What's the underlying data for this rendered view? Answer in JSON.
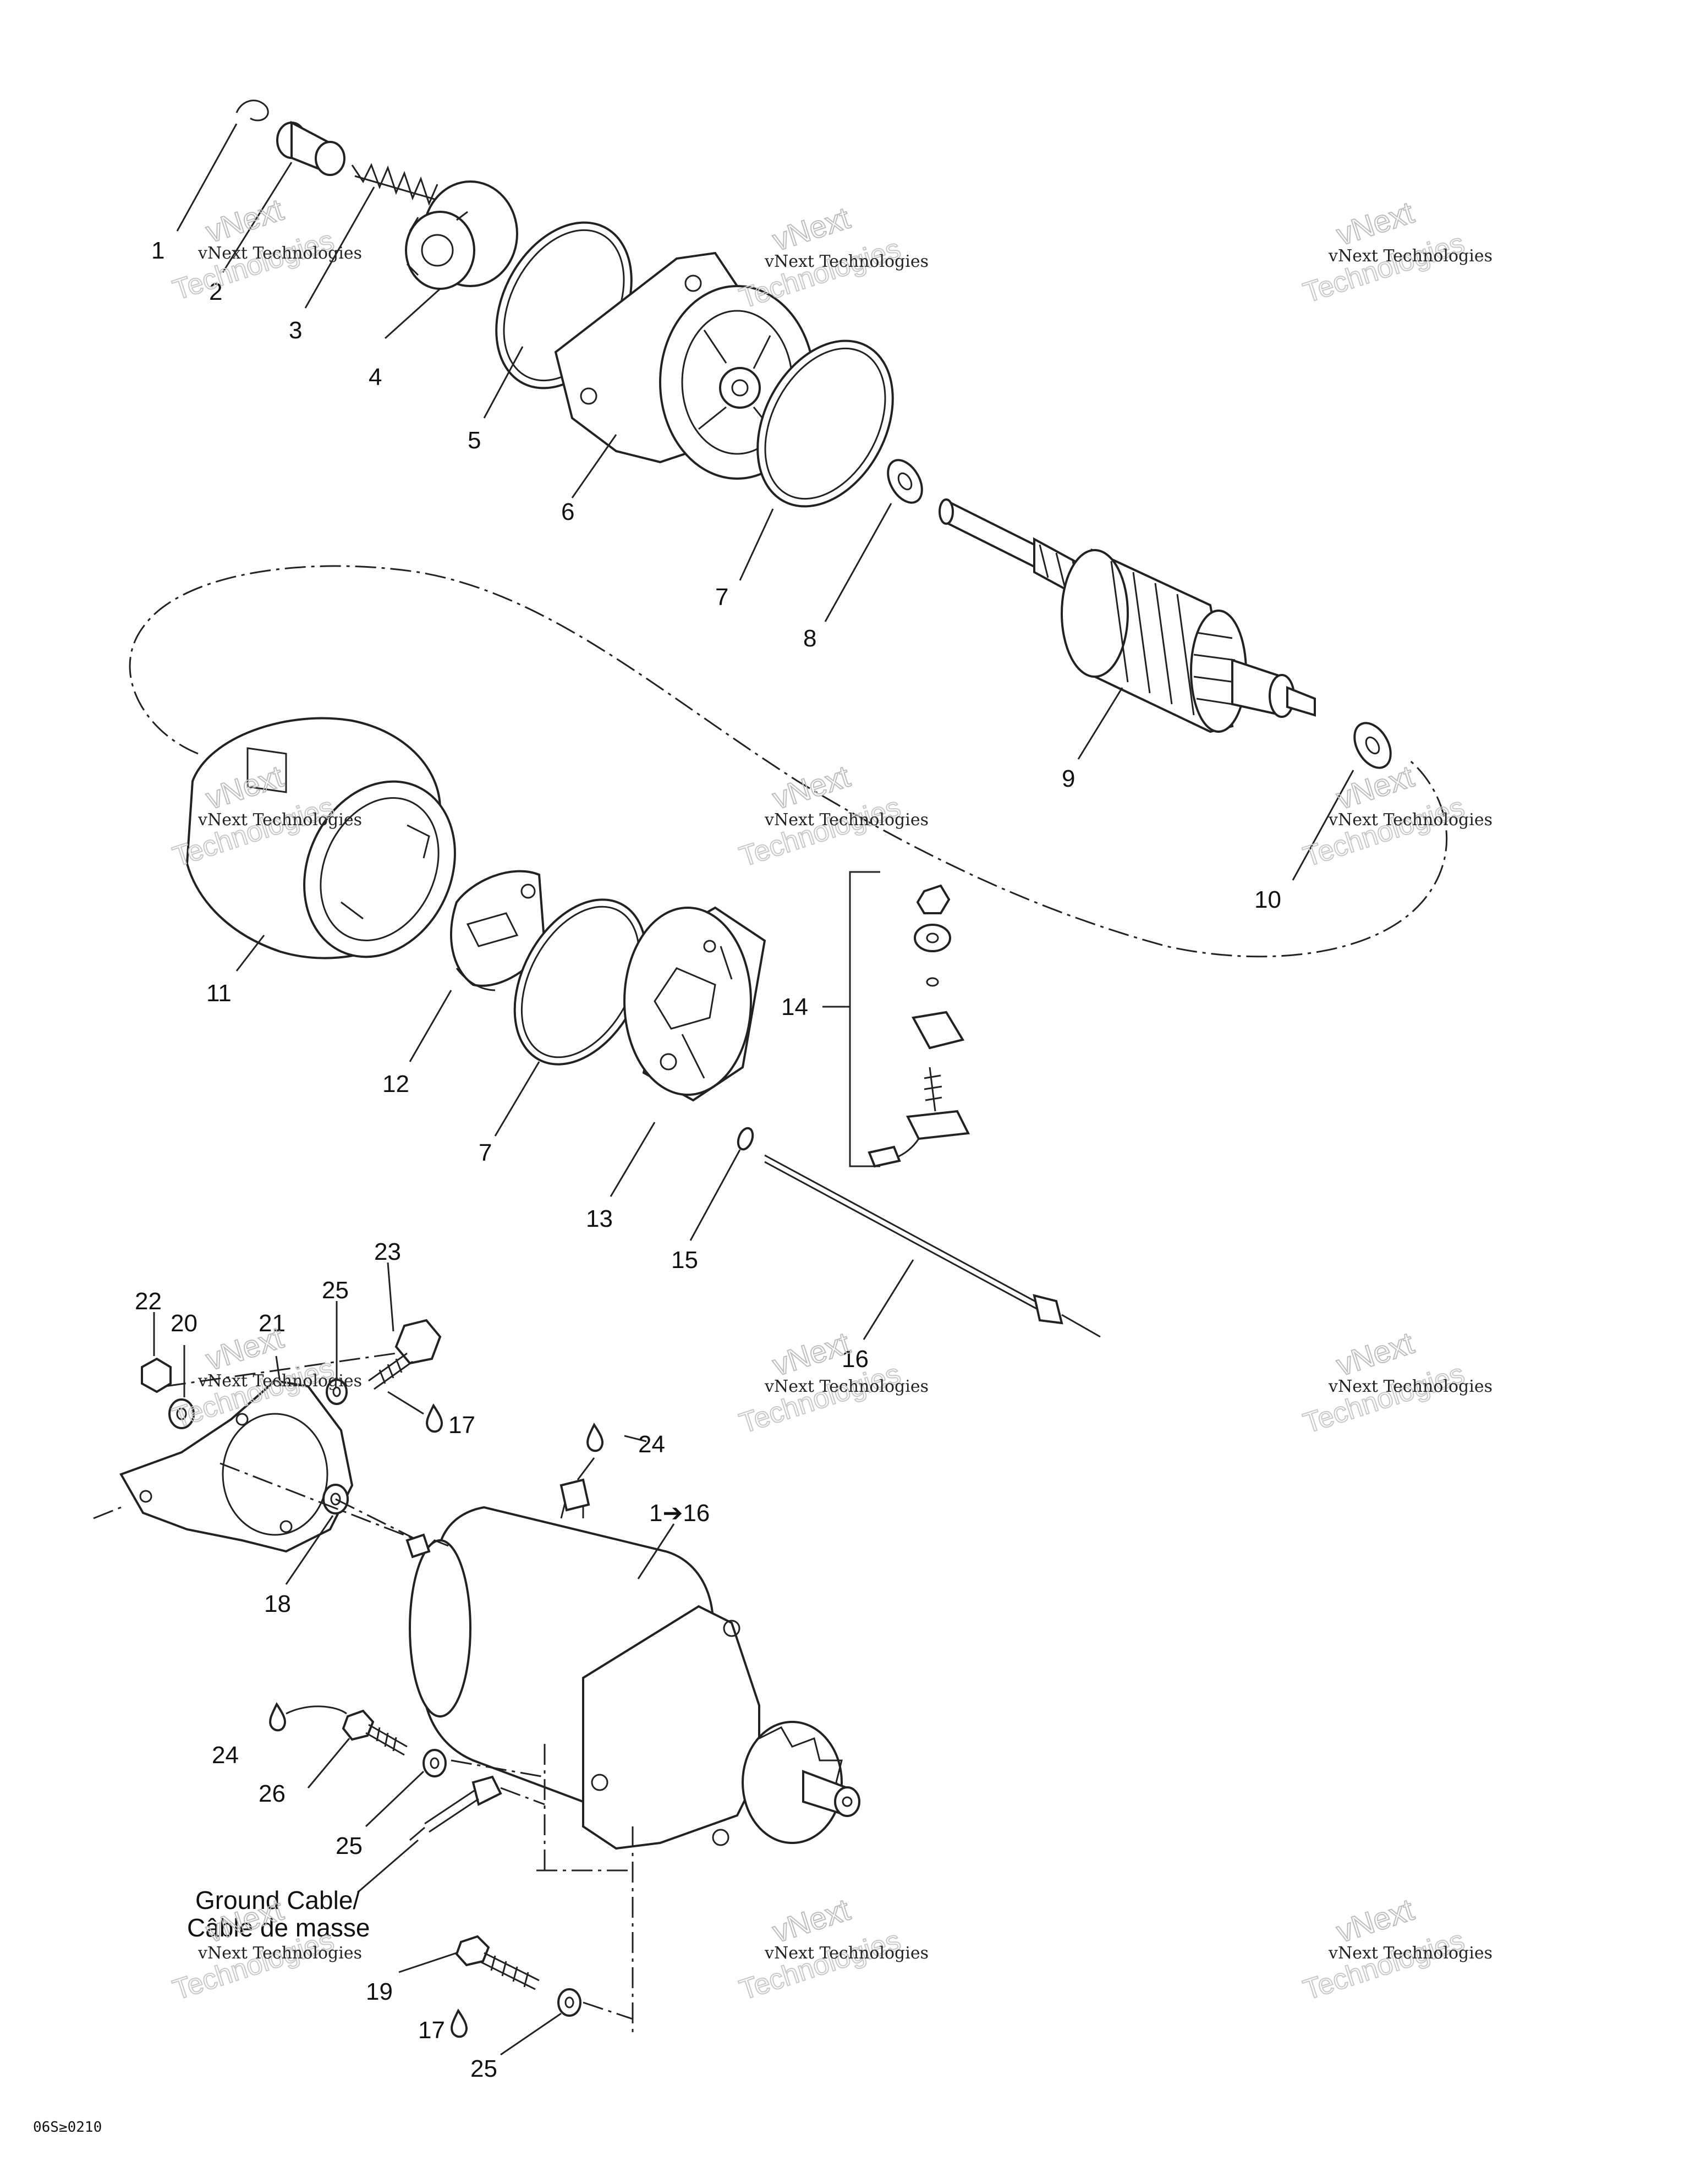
{
  "callouts": [
    "1",
    "2",
    "3",
    "4",
    "5",
    "6",
    "7",
    "8",
    "9",
    "10",
    "11",
    "12",
    "7",
    "13",
    "14",
    "15",
    "16",
    "17",
    "18",
    "19",
    "20",
    "21",
    "22",
    "23",
    "24",
    "25",
    "26",
    "24",
    "25",
    "17",
    "25",
    "25"
  ],
  "assembly_callout": "1➔16",
  "caption": {
    "line1": "Ground Cable/",
    "line2": "Câble de masse"
  },
  "code": "06S≥0210",
  "watermark": {
    "line1": "vNext Technologies",
    "line2": "vNext",
    "line3": "Technologies"
  }
}
